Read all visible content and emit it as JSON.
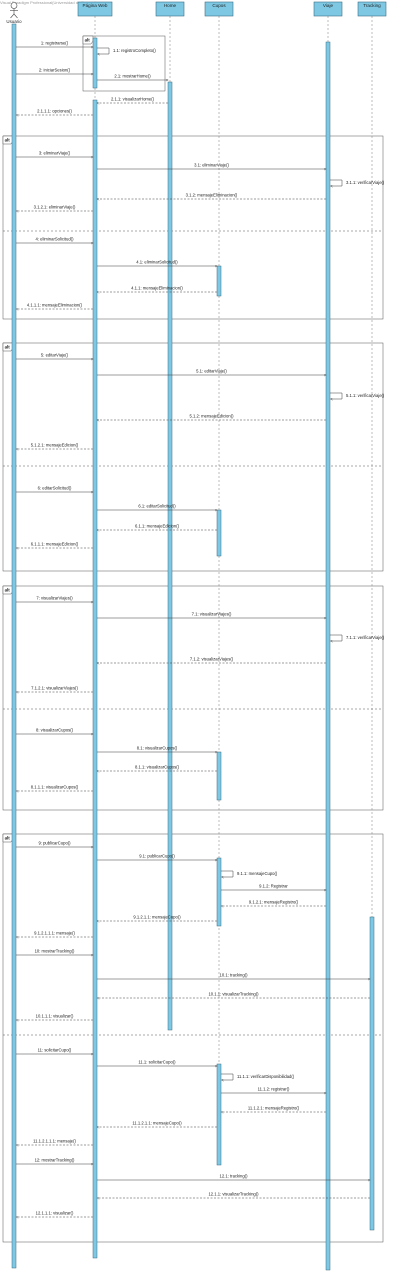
{
  "diagram": {
    "title": "Visual Paradigm Professional(Universidad de Boyaca)",
    "participants": [
      "Usuario",
      "Página Web",
      "Home",
      "Cupos",
      "Viaje",
      "Tracking"
    ],
    "fragments": [
      {
        "label": "alt"
      },
      {
        "label": "alt"
      },
      {
        "label": "alt"
      },
      {
        "label": "alt"
      },
      {
        "label": "alt"
      }
    ],
    "messages": [
      "1: registrarse()",
      "1.1: registroCompleto()",
      "2: iniciarSesion()",
      "2.1: mostrarHome()",
      "2.1.1: visualizarHome()",
      "2.1.1.1: opciones()",
      "3: eliminarViaje()",
      "3.1: eliminarViaje()",
      "3.1.1: verificarViaje()",
      "3.1.2: mensajeEliminacion()",
      "3.1.2.1: eliminarViaje()",
      "4: eliminarSolicitud()",
      "4.1: eliminarSolicitud()",
      "4.1.1: mensajeEliminacion()",
      "4.1.1.1: mensajeEliminacion()",
      "5: editarViaje()",
      "5.1: editarViaje()",
      "5.1.1: verificarViaje()",
      "5.1.2: mensajeEdicion()",
      "5.1.2.1: mensajeEdicion()",
      "6: editarSolicitud()",
      "6.1: editarSolicitud()",
      "6.1.1: mensajeEdicion()",
      "6.1.1.1: mensajeEdicion()",
      "7: visualizarViajes()",
      "7.1: visualizarViajes()",
      "7.1.1: verificarViaje()",
      "7.1.2: visualizarViajes()",
      "7.1.2.1: visualizarViajes()",
      "8: visualizarCupos()",
      "8.1: visualizarCupos()",
      "8.1.1: visualizarCupos()",
      "8.1.1.1: visualizarCupos()",
      "9: publicarCupo()",
      "9.1: publicarCupo()",
      "9.1.1: mensajeCupo()",
      "9.1.2: Registrar",
      "9.1.2.1: mensajeRegistro()",
      "9.1.2.1.1: mensajeCupo()",
      "9.1.2.1.1.1: mensaje()",
      "10: mostrarTracking()",
      "10.1: tracking()",
      "10.1.1: visualizarTracking()",
      "10.1.1.1: visualizar()",
      "11: solicitarCupo()",
      "11.1: solicitarCupo()",
      "11.1.1: verificarDisponibilidad()",
      "11.1.2: registrar()",
      "11.1.2.1: mensajeRegistro()",
      "11.1.2.1.1: mensajeCupo()",
      "11.1.2.1.1.1: mensaje()",
      "12: mostrarTracking()",
      "12.1: tracking()",
      "12.1.1: visualizarTracking()",
      "12.1.1.1: visualizar()"
    ]
  },
  "colors": {
    "participant_fill": "#7ec8e3",
    "participant_stroke": "#3b6f86",
    "line": "#3d3d3d"
  }
}
